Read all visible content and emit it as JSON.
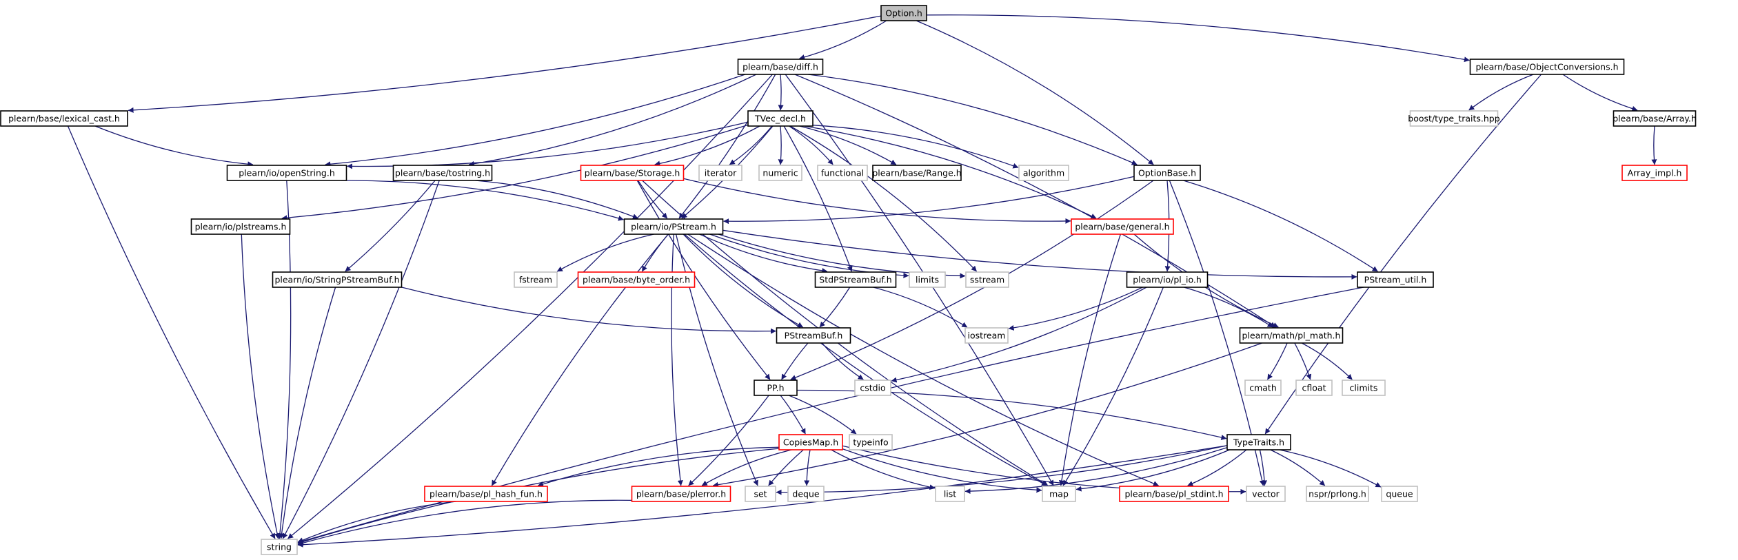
{
  "diagram": {
    "nodes": [
      {
        "id": "option",
        "label": "Option.h",
        "style": "root"
      },
      {
        "id": "lexical",
        "label": "plearn/base/lexical_cast.h",
        "style": "normal"
      },
      {
        "id": "diff",
        "label": "plearn/base/diff.h",
        "style": "normal"
      },
      {
        "id": "objconv",
        "label": "plearn/base/ObjectConversions.h",
        "style": "normal"
      },
      {
        "id": "tvec",
        "label": "TVec_decl.h",
        "style": "normal"
      },
      {
        "id": "boosttt",
        "label": "boost/type_traits.hpp",
        "style": "external"
      },
      {
        "id": "array",
        "label": "plearn/base/Array.h",
        "style": "normal"
      },
      {
        "id": "arrayimpl",
        "label": "Array_impl.h",
        "style": "truncated"
      },
      {
        "id": "openstring",
        "label": "plearn/io/openString.h",
        "style": "normal"
      },
      {
        "id": "tostring",
        "label": "plearn/base/tostring.h",
        "style": "normal"
      },
      {
        "id": "storage",
        "label": "plearn/base/Storage.h",
        "style": "truncated"
      },
      {
        "id": "iterator",
        "label": "iterator",
        "style": "external"
      },
      {
        "id": "numeric",
        "label": "numeric",
        "style": "external"
      },
      {
        "id": "functional",
        "label": "functional",
        "style": "external"
      },
      {
        "id": "range",
        "label": "plearn/base/Range.h",
        "style": "normal"
      },
      {
        "id": "algorithm",
        "label": "algorithm",
        "style": "external"
      },
      {
        "id": "optionbase",
        "label": "OptionBase.h",
        "style": "normal"
      },
      {
        "id": "plstreams",
        "label": "plearn/io/plstreams.h",
        "style": "normal"
      },
      {
        "id": "pstream",
        "label": "plearn/io/PStream.h",
        "style": "normal"
      },
      {
        "id": "general",
        "label": "plearn/base/general.h",
        "style": "truncated"
      },
      {
        "id": "stringpsb",
        "label": "plearn/io/StringPStreamBuf.h",
        "style": "normal"
      },
      {
        "id": "fstream",
        "label": "fstream",
        "style": "external"
      },
      {
        "id": "byteorder",
        "label": "plearn/base/byte_order.h",
        "style": "truncated"
      },
      {
        "id": "stdpsb",
        "label": "StdPStreamBuf.h",
        "style": "normal"
      },
      {
        "id": "limits",
        "label": "limits",
        "style": "external"
      },
      {
        "id": "sstream",
        "label": "sstream",
        "style": "external"
      },
      {
        "id": "plio",
        "label": "plearn/io/pl_io.h",
        "style": "normal"
      },
      {
        "id": "pstreamutil",
        "label": "PStream_util.h",
        "style": "normal"
      },
      {
        "id": "iostream",
        "label": "iostream",
        "style": "external"
      },
      {
        "id": "plmath",
        "label": "plearn/math/pl_math.h",
        "style": "normal"
      },
      {
        "id": "psb",
        "label": "PStreamBuf.h",
        "style": "normal"
      },
      {
        "id": "cstdio",
        "label": "cstdio",
        "style": "external"
      },
      {
        "id": "cmath",
        "label": "cmath",
        "style": "external"
      },
      {
        "id": "cfloat",
        "label": "cfloat",
        "style": "external"
      },
      {
        "id": "climits",
        "label": "climits",
        "style": "external"
      },
      {
        "id": "pp",
        "label": "PP.h",
        "style": "normal"
      },
      {
        "id": "typeinfo",
        "label": "typeinfo",
        "style": "external"
      },
      {
        "id": "copiesmap",
        "label": "CopiesMap.h",
        "style": "truncated"
      },
      {
        "id": "typetraits",
        "label": "TypeTraits.h",
        "style": "normal"
      },
      {
        "id": "hashfun",
        "label": "plearn/base/pl_hash_fun.h",
        "style": "truncated"
      },
      {
        "id": "plerror",
        "label": "plearn/base/plerror.h",
        "style": "truncated"
      },
      {
        "id": "set",
        "label": "set",
        "style": "external"
      },
      {
        "id": "deque",
        "label": "deque",
        "style": "external"
      },
      {
        "id": "list",
        "label": "list",
        "style": "external"
      },
      {
        "id": "map",
        "label": "map",
        "style": "external"
      },
      {
        "id": "plstdint",
        "label": "plearn/base/pl_stdint.h",
        "style": "truncated"
      },
      {
        "id": "vector",
        "label": "vector",
        "style": "external"
      },
      {
        "id": "nsprlong",
        "label": "nspr/prlong.h",
        "style": "external"
      },
      {
        "id": "queue",
        "label": "queue",
        "style": "external"
      },
      {
        "id": "string",
        "label": "string",
        "style": "external"
      }
    ],
    "edges": [
      [
        "option",
        "lexical"
      ],
      [
        "option",
        "diff"
      ],
      [
        "option",
        "objconv"
      ],
      [
        "option",
        "optionbase"
      ],
      [
        "lexical",
        "openstring"
      ],
      [
        "lexical",
        "string"
      ],
      [
        "diff",
        "tvec"
      ],
      [
        "diff",
        "openstring"
      ],
      [
        "diff",
        "tostring"
      ],
      [
        "diff",
        "pstream"
      ],
      [
        "diff",
        "optionbase"
      ],
      [
        "diff",
        "plmath"
      ],
      [
        "diff",
        "map"
      ],
      [
        "diff",
        "string"
      ],
      [
        "objconv",
        "boosttt"
      ],
      [
        "objconv",
        "array"
      ],
      [
        "objconv",
        "typetraits"
      ],
      [
        "array",
        "arrayimpl"
      ],
      [
        "tvec",
        "storage"
      ],
      [
        "tvec",
        "iterator"
      ],
      [
        "tvec",
        "numeric"
      ],
      [
        "tvec",
        "functional"
      ],
      [
        "tvec",
        "range"
      ],
      [
        "tvec",
        "algorithm"
      ],
      [
        "tvec",
        "general"
      ],
      [
        "tvec",
        "sstream"
      ],
      [
        "tvec",
        "openstring"
      ],
      [
        "tvec",
        "plstreams"
      ],
      [
        "tvec",
        "pstream"
      ],
      [
        "tvec",
        "stdpsb"
      ],
      [
        "openstring",
        "pstream"
      ],
      [
        "openstring",
        "string"
      ],
      [
        "tostring",
        "pstream"
      ],
      [
        "tostring",
        "stringpsb"
      ],
      [
        "tostring",
        "string"
      ],
      [
        "storage",
        "pstream"
      ],
      [
        "storage",
        "general"
      ],
      [
        "storage",
        "pp"
      ],
      [
        "storage",
        "map"
      ],
      [
        "optionbase",
        "pstream"
      ],
      [
        "optionbase",
        "plio"
      ],
      [
        "optionbase",
        "pstreamutil"
      ],
      [
        "optionbase",
        "pp"
      ],
      [
        "optionbase",
        "vector"
      ],
      [
        "plstreams",
        "string"
      ],
      [
        "pstream",
        "fstream"
      ],
      [
        "pstream",
        "byteorder"
      ],
      [
        "pstream",
        "stdpsb"
      ],
      [
        "pstream",
        "limits"
      ],
      [
        "pstream",
        "sstream"
      ],
      [
        "pstream",
        "pstreamutil"
      ],
      [
        "pstream",
        "psb"
      ],
      [
        "pstream",
        "hashfun"
      ],
      [
        "pstream",
        "plerror"
      ],
      [
        "pstream",
        "set"
      ],
      [
        "pstream",
        "map"
      ],
      [
        "pstream",
        "plstdint"
      ],
      [
        "general",
        "plmath"
      ],
      [
        "general",
        "map"
      ],
      [
        "stringpsb",
        "psb"
      ],
      [
        "stringpsb",
        "string"
      ],
      [
        "stdpsb",
        "psb"
      ],
      [
        "stdpsb",
        "iostream"
      ],
      [
        "plio",
        "iostream"
      ],
      [
        "plio",
        "cstdio"
      ],
      [
        "plio",
        "plmath"
      ],
      [
        "plio",
        "map"
      ],
      [
        "pstreamutil",
        "string"
      ],
      [
        "plmath",
        "cmath"
      ],
      [
        "plmath",
        "cfloat"
      ],
      [
        "plmath",
        "climits"
      ],
      [
        "plmath",
        "plerror"
      ],
      [
        "psb",
        "pp"
      ],
      [
        "psb",
        "cstdio"
      ],
      [
        "pp",
        "typeinfo"
      ],
      [
        "pp",
        "copiesmap"
      ],
      [
        "pp",
        "typetraits"
      ],
      [
        "pp",
        "plerror"
      ],
      [
        "copiesmap",
        "hashfun"
      ],
      [
        "copiesmap",
        "plerror"
      ],
      [
        "copiesmap",
        "set"
      ],
      [
        "copiesmap",
        "deque"
      ],
      [
        "copiesmap",
        "list"
      ],
      [
        "copiesmap",
        "map"
      ],
      [
        "copiesmap",
        "vector"
      ],
      [
        "copiesmap",
        "string"
      ],
      [
        "typetraits",
        "set"
      ],
      [
        "typetraits",
        "list"
      ],
      [
        "typetraits",
        "map"
      ],
      [
        "typetraits",
        "plstdint"
      ],
      [
        "typetraits",
        "vector"
      ],
      [
        "typetraits",
        "nsprlong"
      ],
      [
        "typetraits",
        "queue"
      ],
      [
        "typetraits",
        "string"
      ],
      [
        "hashfun",
        "string"
      ],
      [
        "plerror",
        "string"
      ]
    ]
  }
}
